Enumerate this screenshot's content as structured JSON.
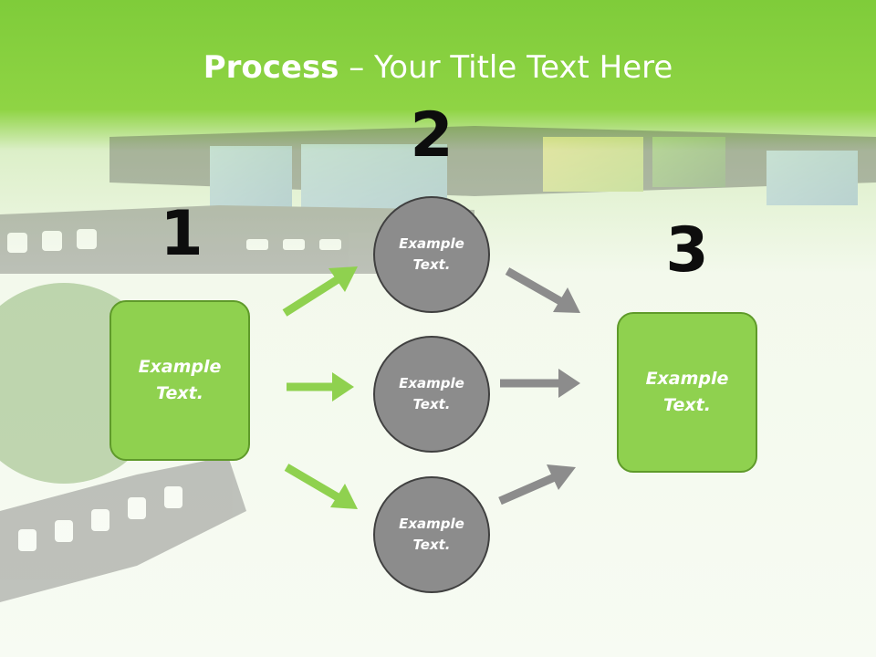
{
  "title": {
    "bold": "Process",
    "rest": " – Your Title Text Here"
  },
  "steps": [
    {
      "number": "1"
    },
    {
      "number": "2"
    },
    {
      "number": "3"
    }
  ],
  "nodes": {
    "left_box": {
      "line1": "Example",
      "line2": "Text."
    },
    "circle_top": {
      "line1": "Example",
      "line2": "Text."
    },
    "circle_middle": {
      "line1": "Example",
      "line2": "Text."
    },
    "circle_bottom": {
      "line1": "Example",
      "line2": "Text."
    },
    "right_box": {
      "line1": "Example",
      "line2": "Text."
    }
  },
  "colors": {
    "header_green": "#8fd444",
    "box_fill": "#8fd14f",
    "box_border": "#5f9a2a",
    "circle_fill": "#8c8c8c",
    "circle_border": "#404040",
    "green_arrow": "#8fd14f",
    "gray_arrow": "#8c8c8c"
  },
  "decor": {
    "background_icon": "film-strip-photo"
  }
}
